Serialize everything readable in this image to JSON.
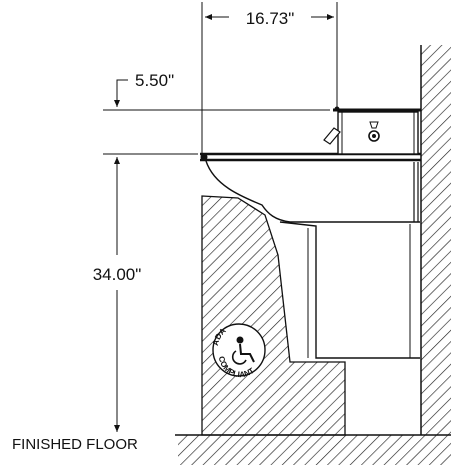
{
  "dimensions": {
    "overall_depth": "16.73\"",
    "height_offset": "5.50\"",
    "rim_height": "34.00\""
  },
  "labels": {
    "floor": "FINISHED FLOOR",
    "ada_text_top": "ADA",
    "ada_text_bottom": "COMPLIANT"
  },
  "icons": {
    "ada_symbol": "wheelchair-icon"
  }
}
